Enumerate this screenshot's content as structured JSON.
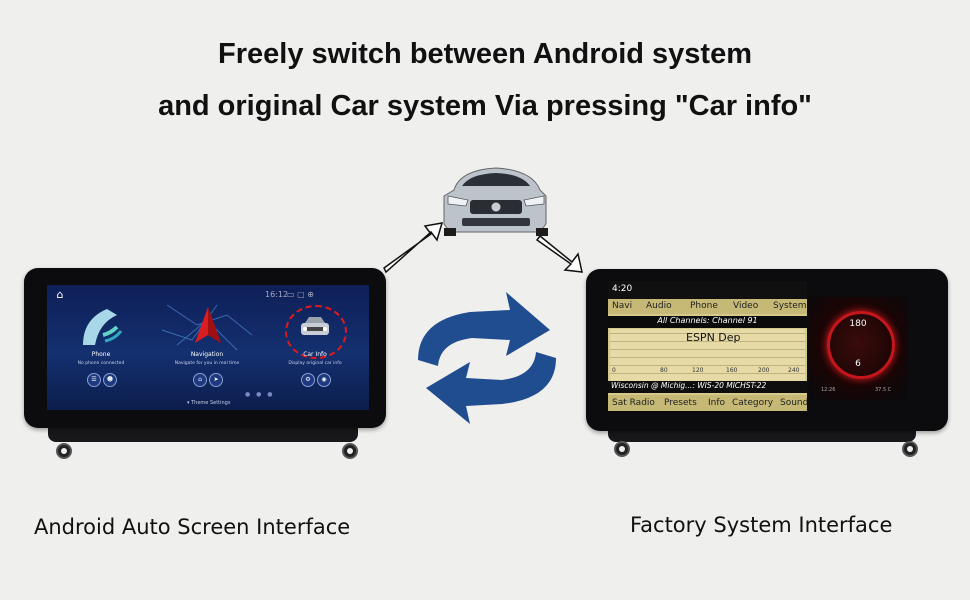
{
  "headline": {
    "line1": "Freely switch between Android system",
    "line2": "and original Car system Via pressing \"Car info\""
  },
  "android_ui": {
    "time": "16:12",
    "apps": [
      {
        "label": "Phone",
        "sub": "No phone connected"
      },
      {
        "label": "Navigation",
        "sub": "Navigate for you in real time"
      },
      {
        "label": "Car Info",
        "sub": "Display original car info"
      }
    ],
    "theme_settings": "Theme Settings"
  },
  "factory_ui": {
    "time": "4:20",
    "tabs": [
      "Navi",
      "Audio",
      "Phone",
      "Video",
      "System"
    ],
    "channel_header": "All Channels: Channel 91",
    "selected_station": "ESPN Dep",
    "scale": [
      "0",
      "80",
      "120",
      "160",
      "200",
      "240"
    ],
    "station_line": "Wisconsin @ Michig...: WIS-20 MICHST-22",
    "bottom_menu": [
      "Sat Radio",
      "Presets",
      "Info",
      "Category",
      "Sound"
    ],
    "cluster": {
      "top_value": "180",
      "bottom_value": "6",
      "left_foot": "12:26",
      "right_foot": "37.5 C"
    }
  },
  "captions": {
    "left": "Android Auto Screen Interface",
    "right": "Factory System Interface"
  },
  "colors": {
    "switch_arrows": "#1f4d8f",
    "highlight_circle": "#e0191e",
    "android_bg": "#14306f",
    "factory_bg": "#d6c98c"
  }
}
